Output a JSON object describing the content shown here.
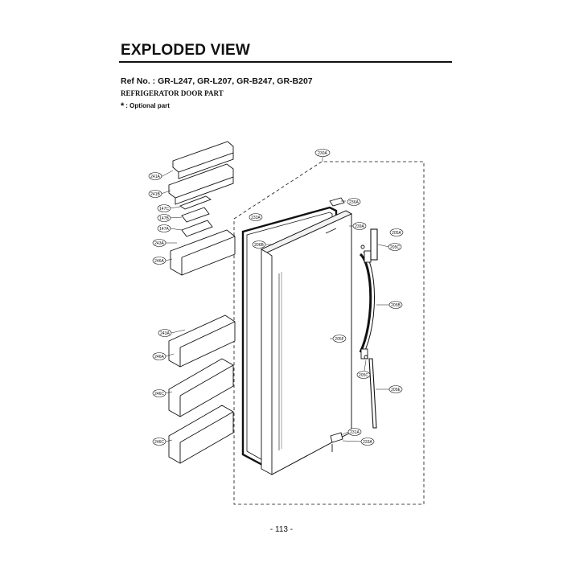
{
  "header": {
    "title": "EXPLODED VIEW",
    "ref_no": "Ref No. : GR-L247, GR-L207, GR-B247, GR-B207",
    "part_name": "REFRIGERATOR DOOR PART",
    "optional_star": "*",
    "optional_note": ": Optional part"
  },
  "callouts": {
    "c230A_top": "230A",
    "c241A": "241A",
    "c241B": "241B",
    "c147C": "147C",
    "c147B": "147B",
    "c147A": "147A",
    "c243A_top": "243A",
    "c246A_top": "246A",
    "c233A": "233A",
    "c236A": "236A",
    "c239A": "239A",
    "c206B": "206B",
    "c205A": "205A",
    "c205C_top": "205C",
    "c205B": "205B",
    "c205F": "205F",
    "c243A_mid": "243A",
    "c246A_mid": "246A",
    "c205C_bot": "205C",
    "c205E": "205E",
    "c246C_1": "246C",
    "c246C_2": "246C",
    "c231A": "231A",
    "c233A_bot": "233A"
  },
  "footer": {
    "page_number": "- 113 -"
  }
}
